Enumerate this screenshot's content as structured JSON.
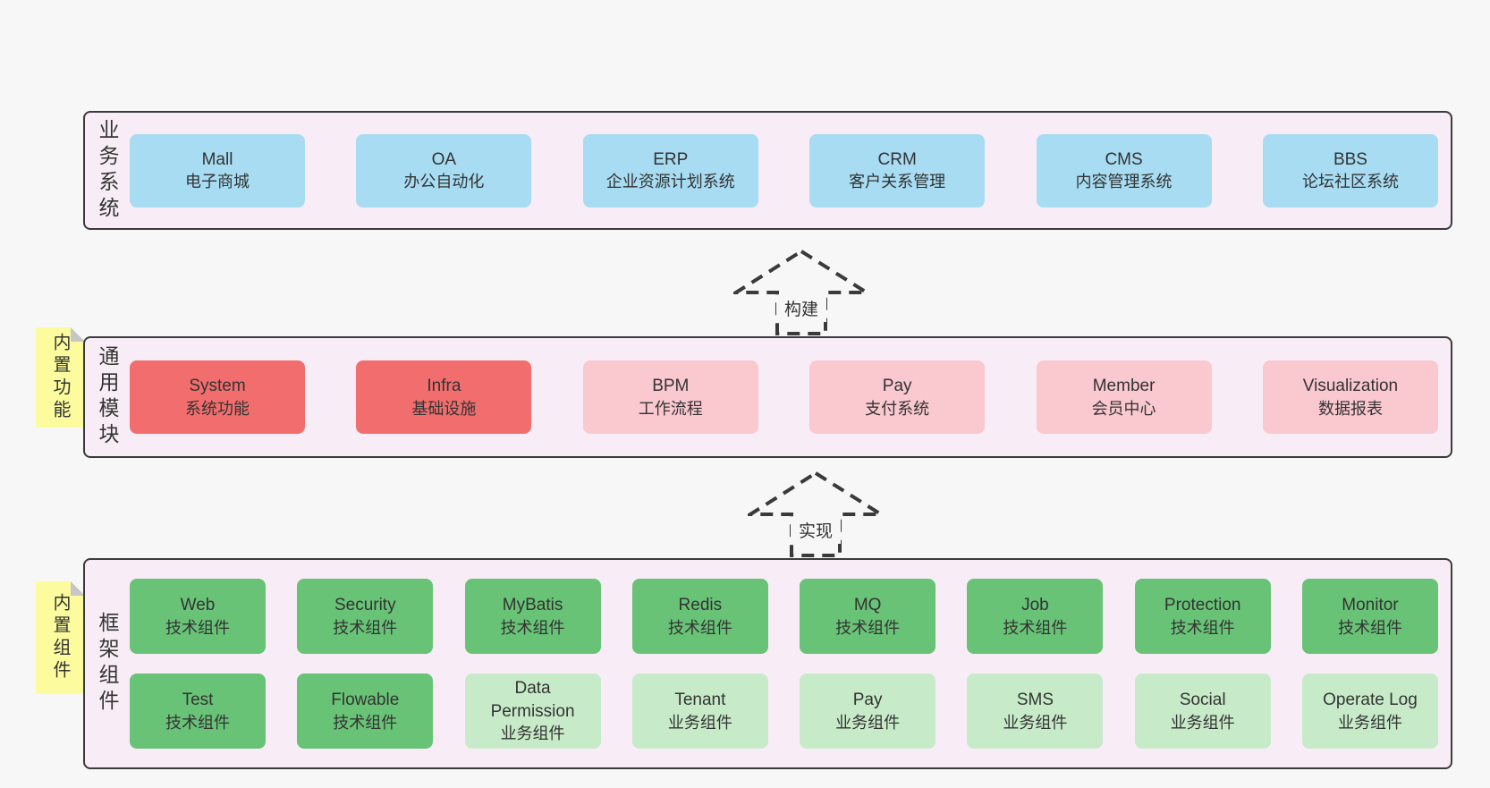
{
  "colors": {
    "background": "#f7f7f7",
    "panel_fill": "#f8edf6",
    "panel_border": "#3b3b3b",
    "blue": "#a7dcf2",
    "red": "#f26d6d",
    "pink": "#fac8cf",
    "green": "#68c377",
    "lightgreen": "#c7ebc9",
    "sticky": "#fcfc9e",
    "sticky_fold": "#c6c6c6",
    "text": "#333333"
  },
  "sections": {
    "business": {
      "label": "业务系统",
      "boxes": [
        {
          "name": "Mall",
          "desc": "电子商城",
          "type": "blue"
        },
        {
          "name": "OA",
          "desc": "办公自动化",
          "type": "blue"
        },
        {
          "name": "ERP",
          "desc": "企业资源计划系统",
          "type": "blue"
        },
        {
          "name": "CRM",
          "desc": "客户关系管理",
          "type": "blue"
        },
        {
          "name": "CMS",
          "desc": "内容管理系统",
          "type": "blue"
        },
        {
          "name": "BBS",
          "desc": "论坛社区系统",
          "type": "blue"
        }
      ]
    },
    "modules": {
      "sticky": "内置功能",
      "label": "通用模块",
      "boxes": [
        {
          "name": "System",
          "desc": "系统功能",
          "type": "red"
        },
        {
          "name": "Infra",
          "desc": "基础设施",
          "type": "red"
        },
        {
          "name": "BPM",
          "desc": "工作流程",
          "type": "pink"
        },
        {
          "name": "Pay",
          "desc": "支付系统",
          "type": "pink"
        },
        {
          "name": "Member",
          "desc": "会员中心",
          "type": "pink"
        },
        {
          "name": "Visualization",
          "desc": "数据报表",
          "type": "pink"
        }
      ]
    },
    "components": {
      "sticky": "内置组件",
      "label": "框架组件",
      "rows": [
        [
          {
            "name": "Web",
            "desc": "技术组件",
            "type": "green"
          },
          {
            "name": "Security",
            "desc": "技术组件",
            "type": "green"
          },
          {
            "name": "MyBatis",
            "desc": "技术组件",
            "type": "green"
          },
          {
            "name": "Redis",
            "desc": "技术组件",
            "type": "green"
          },
          {
            "name": "MQ",
            "desc": "技术组件",
            "type": "green"
          },
          {
            "name": "Job",
            "desc": "技术组件",
            "type": "green"
          },
          {
            "name": "Protection",
            "desc": "技术组件",
            "type": "green"
          },
          {
            "name": "Monitor",
            "desc": "技术组件",
            "type": "green"
          }
        ],
        [
          {
            "name": "Test",
            "desc": "技术组件",
            "type": "green"
          },
          {
            "name": "Flowable",
            "desc": "技术组件",
            "type": "green"
          },
          {
            "name": "Data Permission",
            "desc": "业务组件",
            "type": "lightgreen"
          },
          {
            "name": "Tenant",
            "desc": "业务组件",
            "type": "lightgreen"
          },
          {
            "name": "Pay",
            "desc": "业务组件",
            "type": "lightgreen"
          },
          {
            "name": "SMS",
            "desc": "业务组件",
            "type": "lightgreen"
          },
          {
            "name": "Social",
            "desc": "业务组件",
            "type": "lightgreen"
          },
          {
            "name": "Operate Log",
            "desc": "业务组件",
            "type": "lightgreen"
          }
        ]
      ]
    }
  },
  "arrows": [
    {
      "label": "构建"
    },
    {
      "label": "实现"
    }
  ]
}
